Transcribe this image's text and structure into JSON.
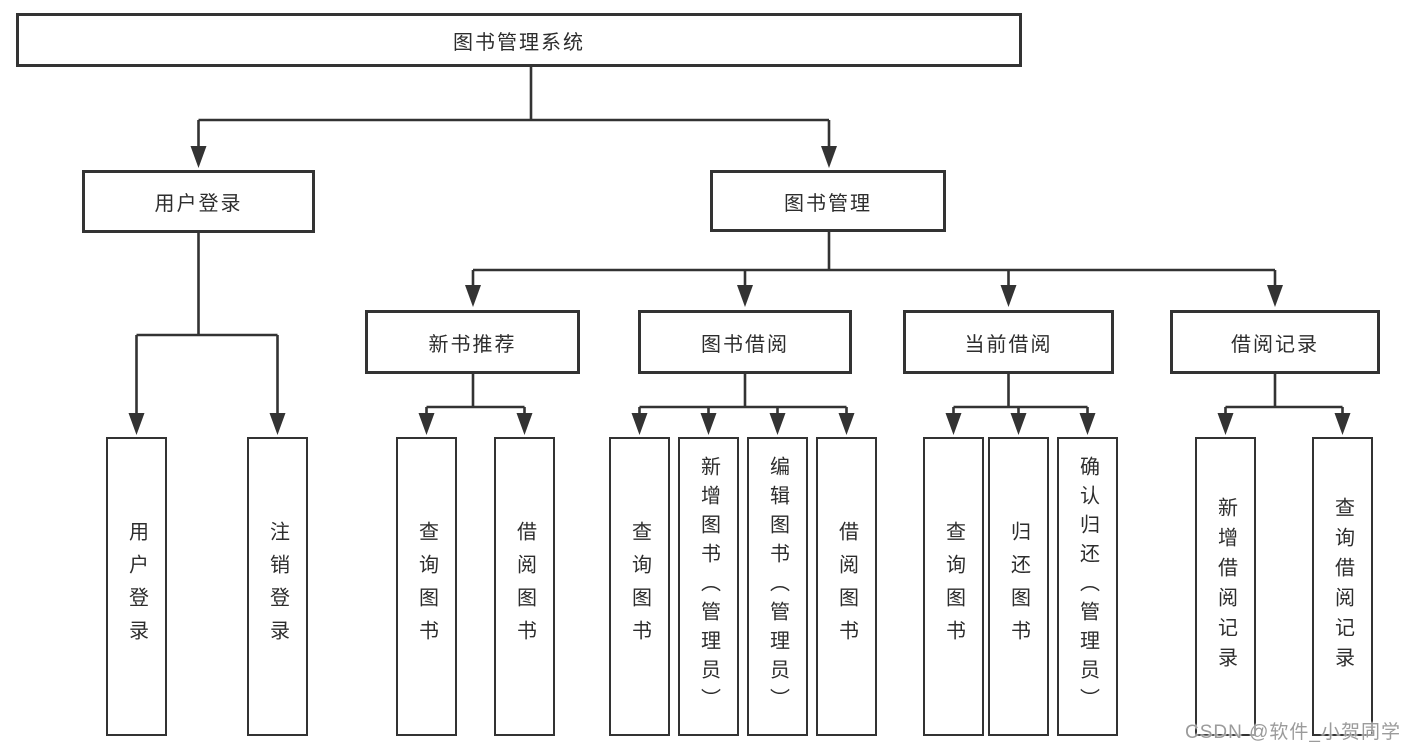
{
  "colors": {
    "background": "#ffffff",
    "box_border": "#333333",
    "connector_line": "#333333",
    "node_text": "#2d2d2d",
    "watermark_text": "#9b9b9b"
  },
  "tree": {
    "root": {
      "label": "图书管理系统",
      "children": [
        {
          "label": "用户登录",
          "children": [
            {
              "label": "用户登录"
            },
            {
              "label": "注销登录"
            }
          ]
        },
        {
          "label": "图书管理",
          "children": [
            {
              "label": "新书推荐",
              "children": [
                {
                  "label": "查询图书"
                },
                {
                  "label": "借阅图书"
                }
              ]
            },
            {
              "label": "图书借阅",
              "children": [
                {
                  "label": "查询图书"
                },
                {
                  "label": "新增图书（管理员）"
                },
                {
                  "label": "编辑图书（管理员）"
                },
                {
                  "label": "借阅图书"
                }
              ]
            },
            {
              "label": "当前借阅",
              "children": [
                {
                  "label": "查询图书"
                },
                {
                  "label": "归还图书"
                },
                {
                  "label": "确认归还（管理员）"
                }
              ]
            },
            {
              "label": "借阅记录",
              "children": [
                {
                  "label": "新增借阅记录"
                },
                {
                  "label": "查询借阅记录"
                }
              ]
            }
          ]
        }
      ]
    }
  },
  "watermark": {
    "text": "CSDN @软件_小贺同学"
  }
}
